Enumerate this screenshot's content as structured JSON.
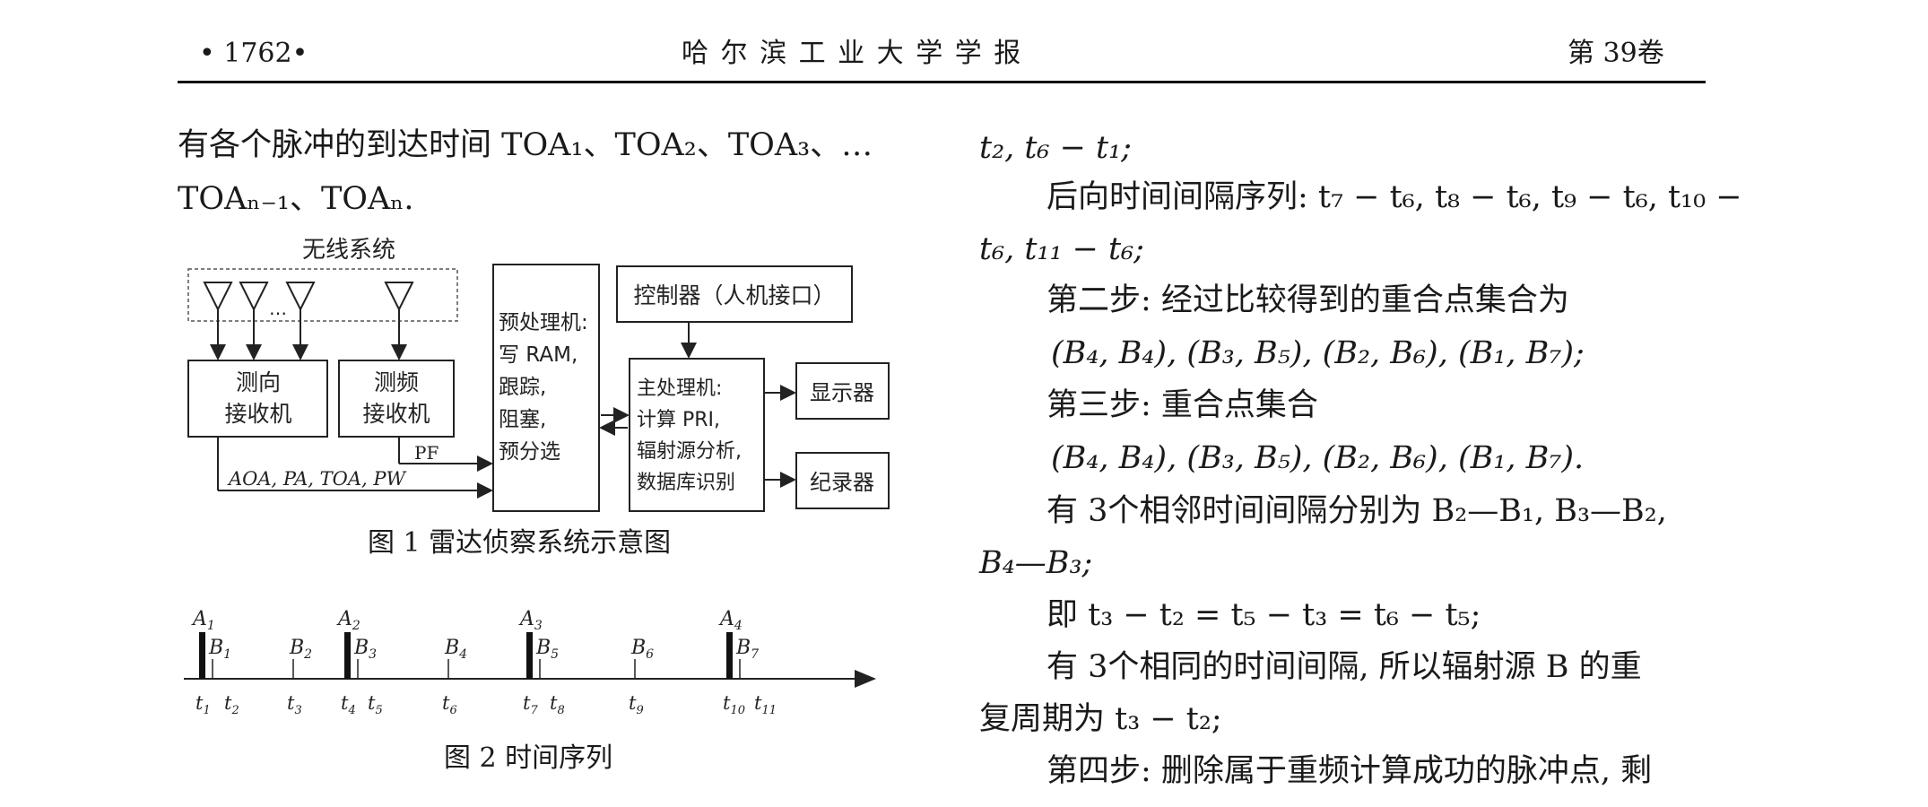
{
  "header": {
    "page_number": "• 1762•",
    "journal": "哈 尔 滨 工 业 大 学 学 报",
    "volume": "第 39卷"
  },
  "left_text": {
    "line1": "有各个脉冲的到达时间 TOA₁、TOA₂、TOA₃、…",
    "line2": "TOAₙ₋₁、TOAₙ."
  },
  "figure1": {
    "caption": "图 1   雷达侦察系统示意图",
    "wireless_label": "无线系统",
    "antenna_dots": "…",
    "df_receiver": [
      "测向",
      "接收机"
    ],
    "freq_receiver": [
      "测频",
      "接收机"
    ],
    "pf_label": "PF",
    "params_label": "AOA, PA, TOA, PW",
    "preprocessor": [
      "预处理机:",
      "写 RAM,",
      "跟踪,",
      "阻塞,",
      "预分选"
    ],
    "controller": "控制器（人机接口）",
    "main_processor": [
      "主处理机:",
      "计算 PRI,",
      "辐射源分析,",
      "数据库识别"
    ],
    "display": "显示器",
    "recorder": "纪录器"
  },
  "figure2": {
    "caption": "图 2   时间序列",
    "pulses": [
      {
        "label": "A",
        "sub": "1"
      },
      {
        "label": "A",
        "sub": "2"
      },
      {
        "label": "A",
        "sub": "3"
      },
      {
        "label": "A",
        "sub": "4"
      }
    ],
    "b_marks": [
      {
        "label": "B",
        "sub": "1"
      },
      {
        "label": "B",
        "sub": "2"
      },
      {
        "label": "B",
        "sub": "3"
      },
      {
        "label": "B",
        "sub": "4"
      },
      {
        "label": "B",
        "sub": "5"
      },
      {
        "label": "B",
        "sub": "6"
      },
      {
        "label": "B",
        "sub": "7"
      }
    ],
    "ticks": [
      {
        "label": "t",
        "sub": "1"
      },
      {
        "label": "t",
        "sub": "2"
      },
      {
        "label": "t",
        "sub": "3"
      },
      {
        "label": "t",
        "sub": "4"
      },
      {
        "label": "t",
        "sub": "5"
      },
      {
        "label": "t",
        "sub": "6"
      },
      {
        "label": "t",
        "sub": "7"
      },
      {
        "label": "t",
        "sub": "8"
      },
      {
        "label": "t",
        "sub": "9"
      },
      {
        "label": "t",
        "sub": "10"
      },
      {
        "label": "t",
        "sub": "11"
      }
    ]
  },
  "right_text": {
    "r1": "t₂, t₆ − t₁;",
    "r2": "后向时间间隔序列: t₇ − t₆, t₈ − t₆, t₉ − t₆, t₁₀ −",
    "r3": "t₆, t₁₁ − t₆;",
    "r4": "第二步: 经过比较得到的重合点集合为",
    "r5": "(B₄, B₄), (B₃, B₅), (B₂, B₆), (B₁, B₇);",
    "r6": "第三步: 重合点集合",
    "r7": "(B₄, B₄), (B₃, B₅), (B₂, B₆), (B₁, B₇).",
    "r8": "有 3个相邻时间间隔分别为 B₂—B₁, B₃—B₂,",
    "r9": "B₄—B₃;",
    "r10": "即 t₃ − t₂ = t₅ − t₃ = t₆ − t₅;",
    "r11": "有 3个相同的时间间隔, 所以辐射源 B 的重",
    "r12": "复周期为 t₃ − t₂;",
    "r13": "第四步: 删除属于重频计算成功的脉冲点, 剩"
  }
}
